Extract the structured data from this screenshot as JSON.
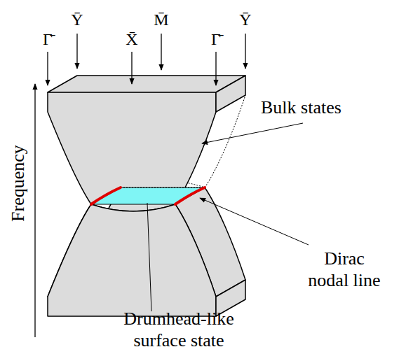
{
  "diagram": {
    "labels": [
      "Γ̄",
      "Ȳ",
      "X̄",
      "M̄",
      "Γ̄",
      "Ȳ",
      "Frequency",
      "Bulk states",
      "Dirac nodal line",
      "Drumhead-like surface state"
    ]
  }
}
